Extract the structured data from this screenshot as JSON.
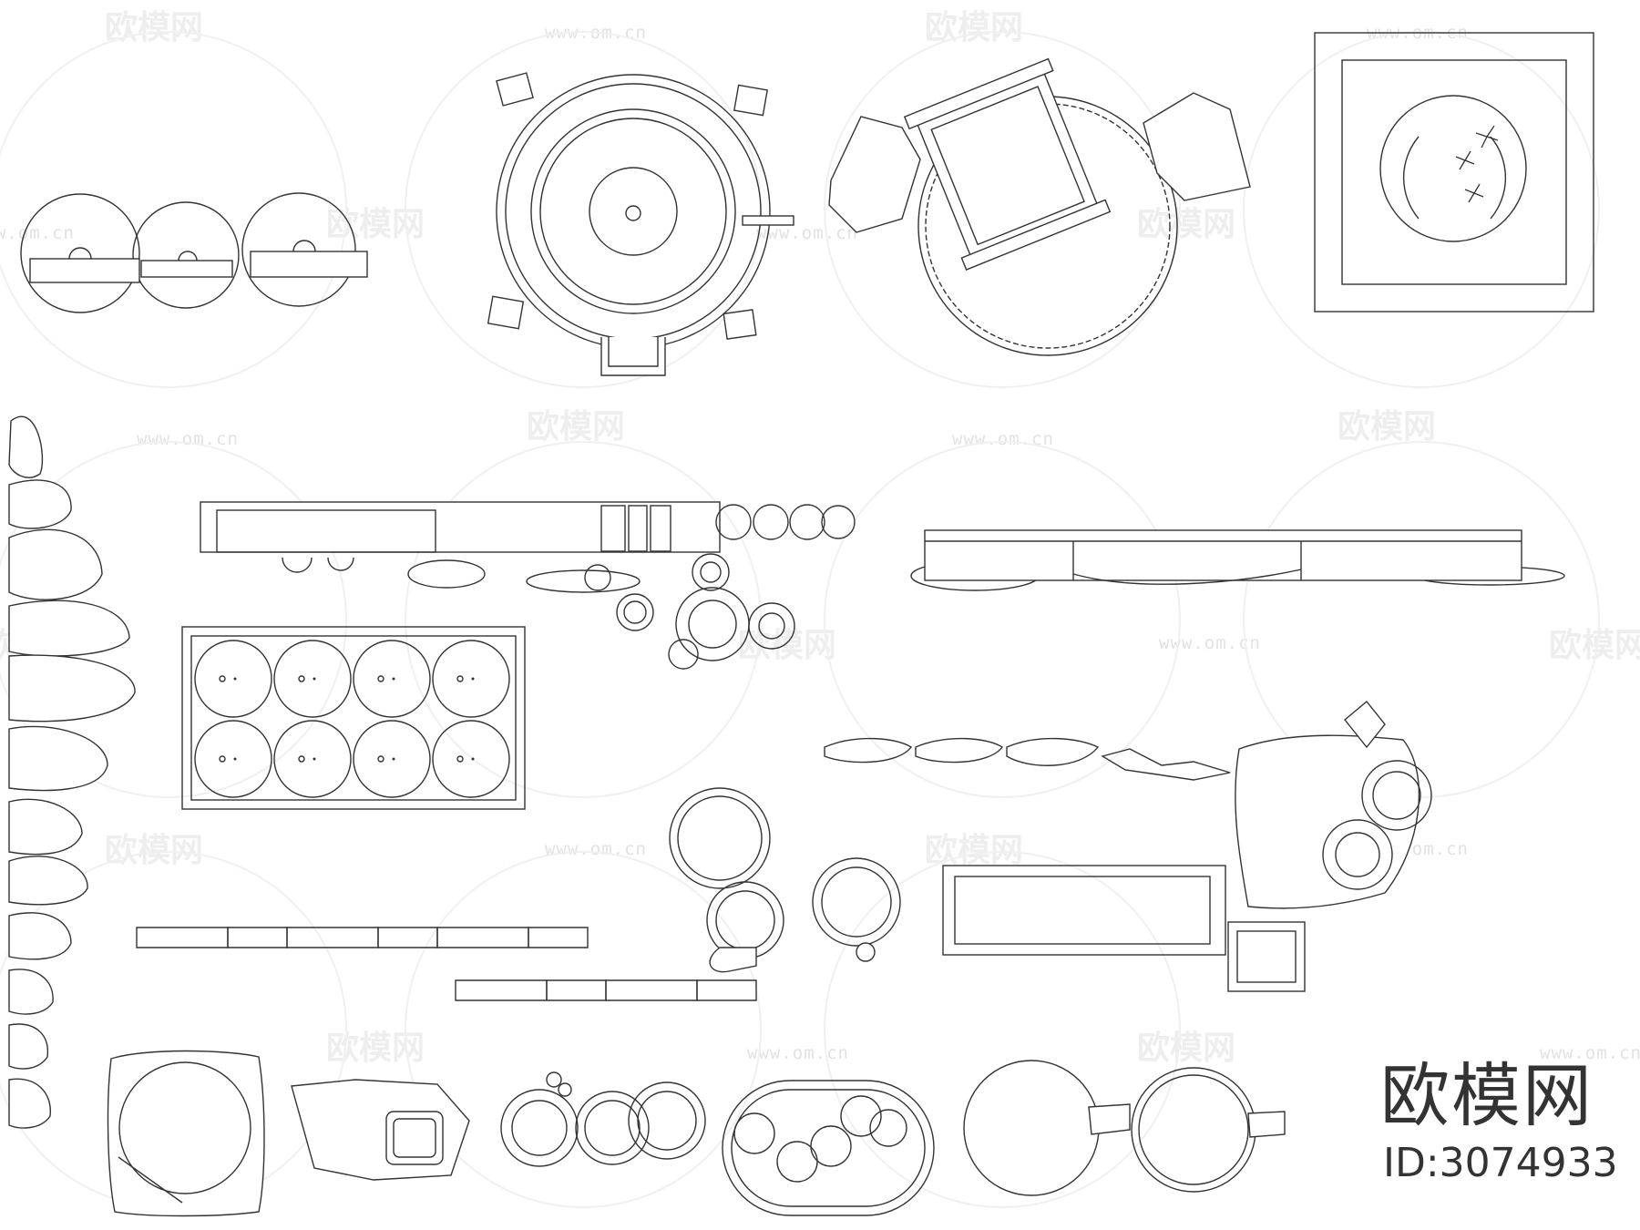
{
  "watermark": {
    "brand_text": "欧模网",
    "url_text": "www.om.cn"
  },
  "corner_brand": {
    "name": "欧模网",
    "id_label": "ID:3074933"
  },
  "colors": {
    "line": "#333333",
    "watermark": "#e6e6e6",
    "background": "#ffffff"
  }
}
